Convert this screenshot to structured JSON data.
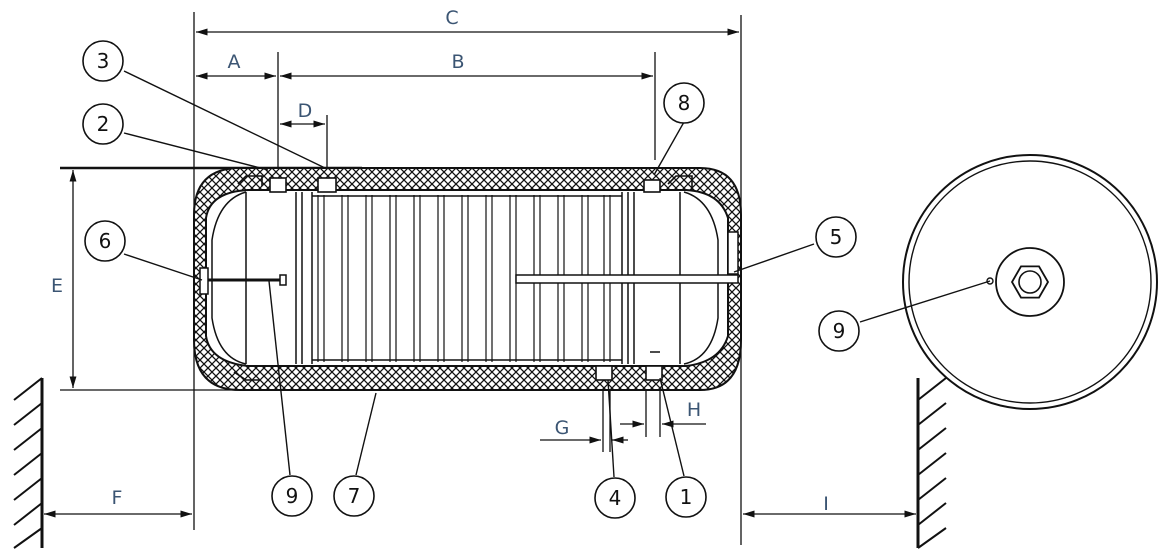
{
  "dimensions": {
    "a": "A",
    "b": "B",
    "c": "C",
    "d": "D",
    "e": "E",
    "f": "F",
    "g": "G",
    "h": "H",
    "i": "I"
  },
  "callouts": {
    "c1": "1",
    "c2": "2",
    "c3": "3",
    "c4": "4",
    "c5": "5",
    "c6": "6",
    "c7": "7",
    "c8": "8",
    "c9a": "9",
    "c9b": "9"
  },
  "colors": {
    "line": "#111111",
    "label": "#3b5573",
    "background": "#ffffff"
  }
}
